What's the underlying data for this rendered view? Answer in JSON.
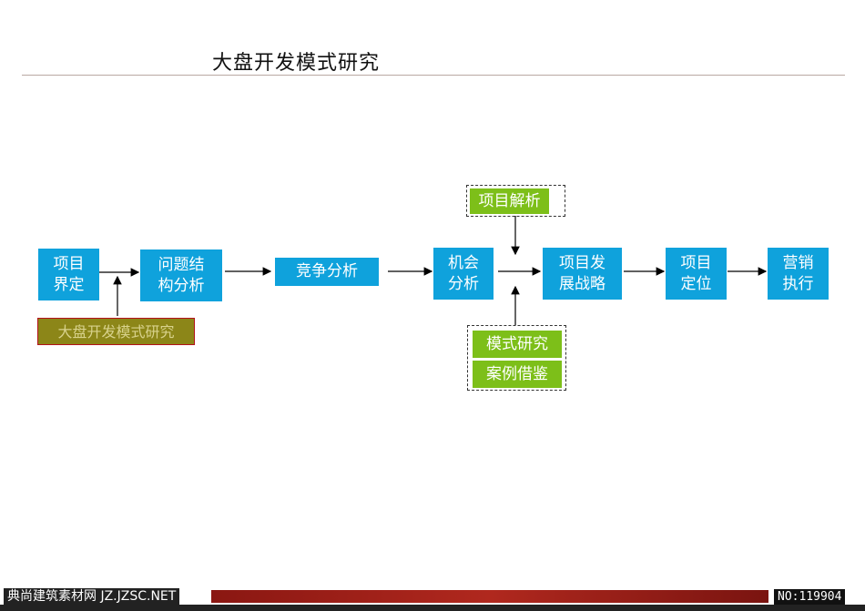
{
  "title": "大盘开发模式研究",
  "nodes": {
    "project_scope": "项目\n界定",
    "problem_structure": "问题结\n构分析",
    "competition": "竞争分析",
    "opportunity": "机会\n分析",
    "strategy": "项目发\n展战略",
    "positioning": "项目\n定位",
    "marketing": "营销\n执行",
    "project_analysis": "项目解析",
    "mode_research": "模式研究",
    "case_study": "案例借鉴",
    "big_plate": "大盘开发模式研究"
  },
  "colors": {
    "blue": "#0fa2dc",
    "green": "#7dbf19",
    "olive": "#8c8618"
  },
  "footer": {
    "site": "典尚建筑素材网 JZ.JZSC.NET",
    "number": "NO:119904"
  }
}
